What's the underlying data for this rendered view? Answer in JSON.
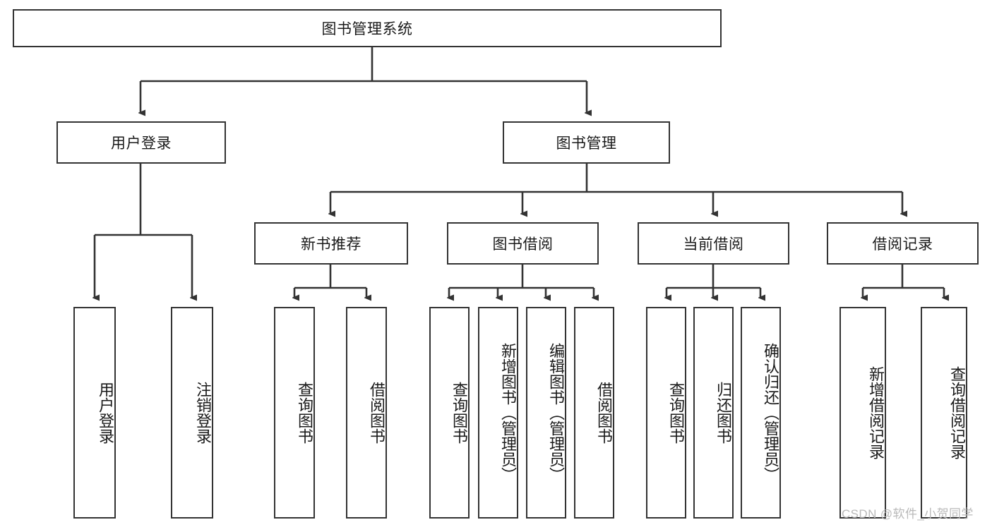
{
  "diagram": {
    "title_text": "图书管理系统",
    "type": "functional-decomposition-tree",
    "watermark": "CSDN @软件_小贺同学",
    "colors": {
      "box_border": "#333333",
      "box_fill": "#ffffff",
      "edge": "#333333",
      "text": "#1a1a1a",
      "watermark": "#b9b9b9"
    },
    "levels": {
      "root": "图书管理系统",
      "level2": [
        "用户登录",
        "图书管理"
      ],
      "level3": [
        "新书推荐",
        "图书借阅",
        "当前借阅",
        "借阅记录"
      ]
    },
    "nodes": {
      "root": {
        "label": "图书管理系统"
      },
      "user_login": {
        "label": "用户登录"
      },
      "book_mgmt": {
        "label": "图书管理"
      },
      "new_book_rec": {
        "label": "新书推荐"
      },
      "book_borrow": {
        "label": "图书借阅"
      },
      "current_borrow": {
        "label": "当前借阅"
      },
      "borrow_record": {
        "label": "借阅记录"
      },
      "leaf_user_login": {
        "label": "用户登录"
      },
      "leaf_logout": {
        "label": "注销登录"
      },
      "leaf_query_book_1": {
        "label": "查询图书"
      },
      "leaf_borrow_book_1": {
        "label": "借阅图书"
      },
      "leaf_query_book_2": {
        "label": "查询图书"
      },
      "leaf_add_book": {
        "label": "新增图书（管理员）"
      },
      "leaf_edit_book": {
        "label": "编辑图书（管理员）"
      },
      "leaf_borrow_book_2": {
        "label": "借阅图书"
      },
      "leaf_query_book_3": {
        "label": "查询图书"
      },
      "leaf_return_book": {
        "label": "归还图书"
      },
      "leaf_confirm_return": {
        "label": "确认归还（管理员）"
      },
      "leaf_add_record": {
        "label": "新增借阅记录"
      },
      "leaf_query_record": {
        "label": "查询借阅记录"
      }
    }
  }
}
